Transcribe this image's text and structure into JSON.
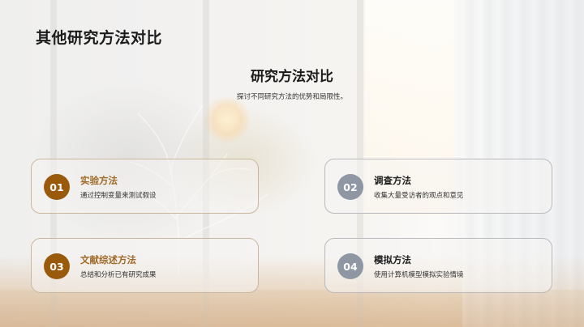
{
  "slide": {
    "title": "其他研究方法对比",
    "heading": "研究方法对比",
    "description": "探讨不同研究方法的优势和局限性。"
  },
  "colors": {
    "accent_brown": "#9a5a0c",
    "accent_gray": "#8e97a3",
    "brown_title": "#a06a28",
    "gray_title": "#1f1f1f"
  },
  "cards": [
    {
      "number": "01",
      "title": "实验方法",
      "description": "通过控制变量来测试假设",
      "style": "brown"
    },
    {
      "number": "02",
      "title": "调查方法",
      "description": "收集大量受访者的观点和意见",
      "style": "gray"
    },
    {
      "number": "03",
      "title": "文献综述方法",
      "description": "总结和分析已有研究成果",
      "style": "brown"
    },
    {
      "number": "04",
      "title": "模拟方法",
      "description": "使用计算机模型模拟实验情境",
      "style": "gray"
    }
  ]
}
